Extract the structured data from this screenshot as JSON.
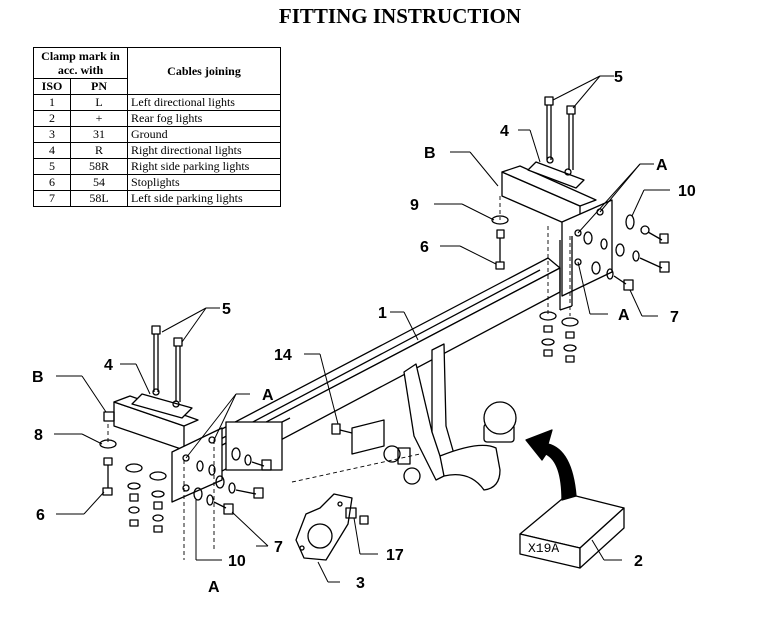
{
  "title": "FITTING INSTRUCTION",
  "table": {
    "header_clamp": "Clamp mark in acc. with",
    "header_cables": "Cables joining",
    "col_iso": "ISO",
    "col_pn": "PN",
    "rows": [
      {
        "iso": "1",
        "pn": "L",
        "desc": "Left directional lights"
      },
      {
        "iso": "2",
        "pn": "+",
        "desc": "Rear fog lights"
      },
      {
        "iso": "3",
        "pn": "31",
        "desc": "Ground"
      },
      {
        "iso": "4",
        "pn": "R",
        "desc": "Right directional lights"
      },
      {
        "iso": "5",
        "pn": "58R",
        "desc": "Right side parking lights"
      },
      {
        "iso": "6",
        "pn": "54",
        "desc": "Stoplights"
      },
      {
        "iso": "7",
        "pn": "58L",
        "desc": "Left side parking lights"
      }
    ]
  },
  "labels": {
    "n1": "1",
    "n2": "2",
    "n3": "3",
    "n4a": "4",
    "n4b": "4",
    "n5a": "5",
    "n5b": "5",
    "n6a": "6",
    "n6b": "6",
    "n7a": "7",
    "n7b": "7",
    "n8": "8",
    "n9": "9",
    "n10a": "10",
    "n10b": "10",
    "n14": "14",
    "n17": "17",
    "Aa": "A",
    "Ab": "A",
    "Ac": "A",
    "Ad": "A",
    "Ba": "B",
    "Bb": "B"
  },
  "box_code": "X19A"
}
